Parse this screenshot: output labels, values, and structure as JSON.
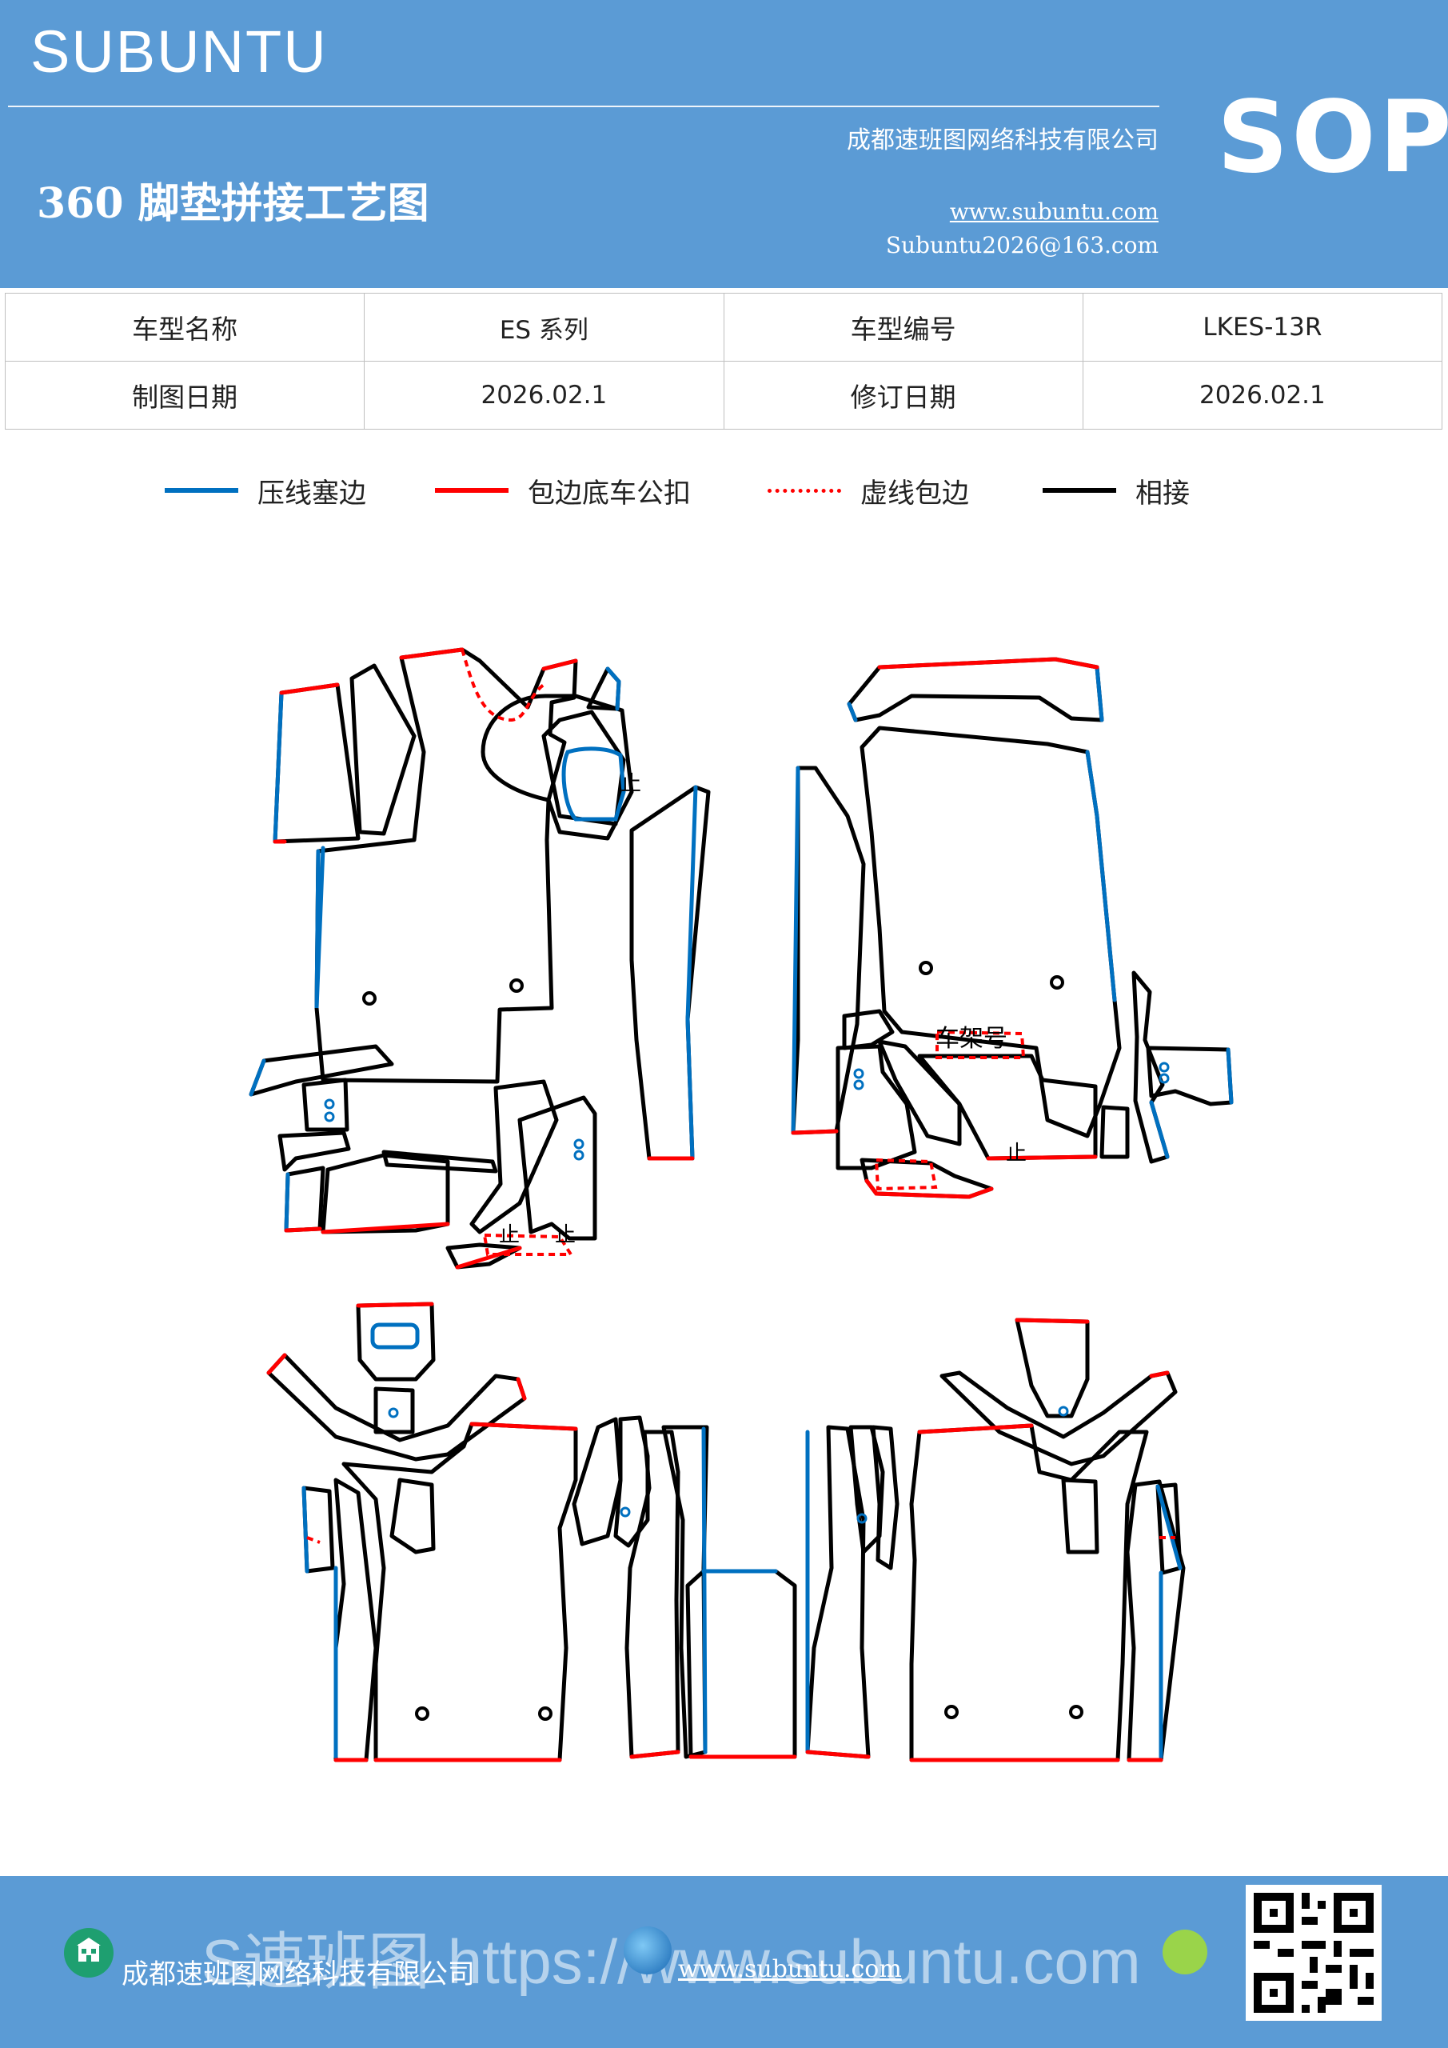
{
  "header": {
    "brand": "SUBUNTU",
    "company": "成都速班图网络科技有限公司",
    "title": "360 脚垫拼接工艺图",
    "url": "www.subuntu.com",
    "email": "Subuntu2026@163.com",
    "badge": "SOP"
  },
  "info_table": {
    "row1": {
      "label1": "车型名称",
      "value1": "ES 系列",
      "label2": "车型编号",
      "value2": "LKES-13R"
    },
    "row2": {
      "label1": "制图日期",
      "value1": "2026.02.1",
      "label2": "修订日期",
      "value2": "2026.02.1"
    }
  },
  "legend": [
    {
      "label": "压线塞边",
      "color": "#0070c0",
      "style": "solid"
    },
    {
      "label": "包边底车公扣",
      "color": "#ff0000",
      "style": "solid"
    },
    {
      "label": "虚线包边",
      "color": "#ff0000",
      "style": "dashed"
    },
    {
      "label": "相接",
      "color": "#000000",
      "style": "solid"
    }
  ],
  "diagram": {
    "frame_label": "车架号",
    "stop_mark": "止"
  },
  "footer": {
    "company": "成都速班图网络科技有限公司",
    "url": "www.subuntu.com",
    "watermark": "S速班图 https://www.subuntu.com"
  },
  "colors": {
    "header_bg": "#5b9bd5",
    "blue_line": "#0070c0",
    "red_line": "#ff0000",
    "black_line": "#000000"
  }
}
